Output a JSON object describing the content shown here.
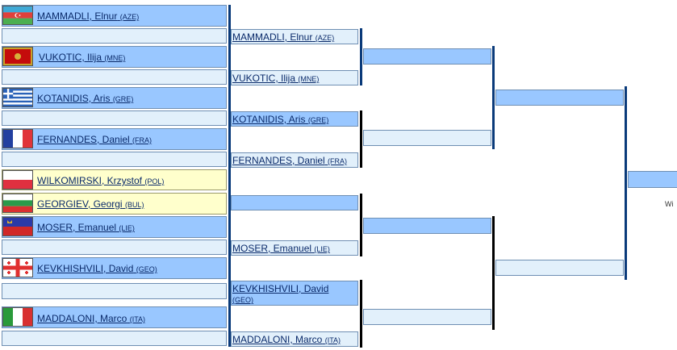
{
  "round1": [
    {
      "name": "MAMMADLI, Elnur",
      "country": "(AZE)",
      "flag": "azerbaijan-flag"
    },
    {
      "name": "VUKOTIC, Ilija",
      "country": "(MNE)",
      "flag": "montenegro-flag"
    },
    {
      "name": "KOTANIDIS, Aris",
      "country": "(GRE)",
      "flag": "greece-flag"
    },
    {
      "name": "FERNANDES, Daniel",
      "country": "(FRA)",
      "flag": "france-flag"
    },
    {
      "name": "WILKOMIRSKI, Krzystof",
      "country": "(POL)",
      "flag": "poland-flag"
    },
    {
      "name": "GEORGIEV, Georgi",
      "country": "(BUL)",
      "flag": "bulgaria-flag"
    },
    {
      "name": "MOSER, Emanuel",
      "country": "(LIE)",
      "flag": "liechtenstein-flag"
    },
    {
      "name": "KEVKHISHVILI, David",
      "country": "(GEO)",
      "flag": "georgia-flag"
    },
    {
      "name": "MADDALONI, Marco",
      "country": "(ITA)",
      "flag": "italy-flag"
    }
  ],
  "round2": [
    {
      "name": "MAMMADLI, Elnur",
      "country": "(AZE)"
    },
    {
      "name": "VUKOTIC, Ilija",
      "country": "(MNE)"
    },
    {
      "name": "KOTANIDIS, Aris",
      "country": "(GRE)"
    },
    {
      "name": "FERNANDES, Daniel",
      "country": "(FRA)"
    },
    {
      "name": "MOSER, Emanuel",
      "country": "(LIE)"
    },
    {
      "name": "KEVKHISHVILI, David",
      "country": "(GEO)"
    },
    {
      "name": "MADDALONI, Marco",
      "country": "(ITA)"
    }
  ],
  "winner_label": "Wi",
  "colors": {
    "dark_slot": "#99c7ff",
    "light_slot": "#e2f0fb",
    "repechage_slot": "#ffffcc",
    "blue_bar": "#0a3a7a",
    "black_bar": "#000000"
  }
}
